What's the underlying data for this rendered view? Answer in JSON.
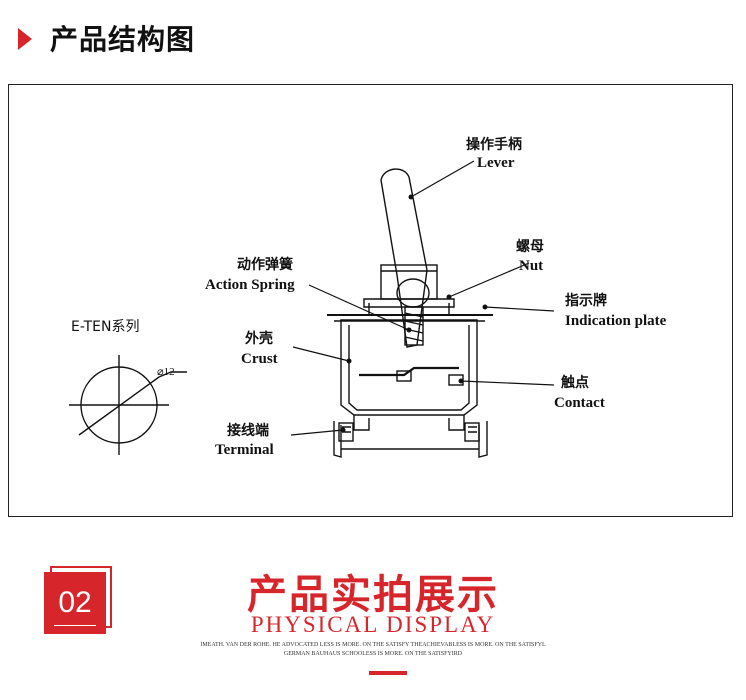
{
  "header": {
    "title": "产品结构图",
    "accent": "#d6262c"
  },
  "diagram": {
    "series_label": "E-TEN系列",
    "dimension": "⌀12",
    "parts": [
      {
        "cn": "操作手柄",
        "en": "Lever"
      },
      {
        "cn": "螺母",
        "en": "Nut"
      },
      {
        "cn": "动作弹簧",
        "en": "Action Spring"
      },
      {
        "cn": "指示牌",
        "en": "Indication plate"
      },
      {
        "cn": "外壳",
        "en": "Crust"
      },
      {
        "cn": "触点",
        "en": "Contact"
      },
      {
        "cn": "接线端",
        "en": "Terminal"
      }
    ]
  },
  "section2": {
    "number": "02",
    "title_cn": "产品实拍展示",
    "title_en": "PHYSICAL DISPLAY",
    "fine_line1": "IMEATH. VAN DER ROHE. HE ADVOCATED LESS IS MORE. ON THE SATISFY THEACHIEVABLESS IS MORE. ON THE SATISFYL",
    "fine_line2": "GERMAN BAUHAUS SCHOOLESS IS MORE. ON THE SATISFYIRD"
  }
}
